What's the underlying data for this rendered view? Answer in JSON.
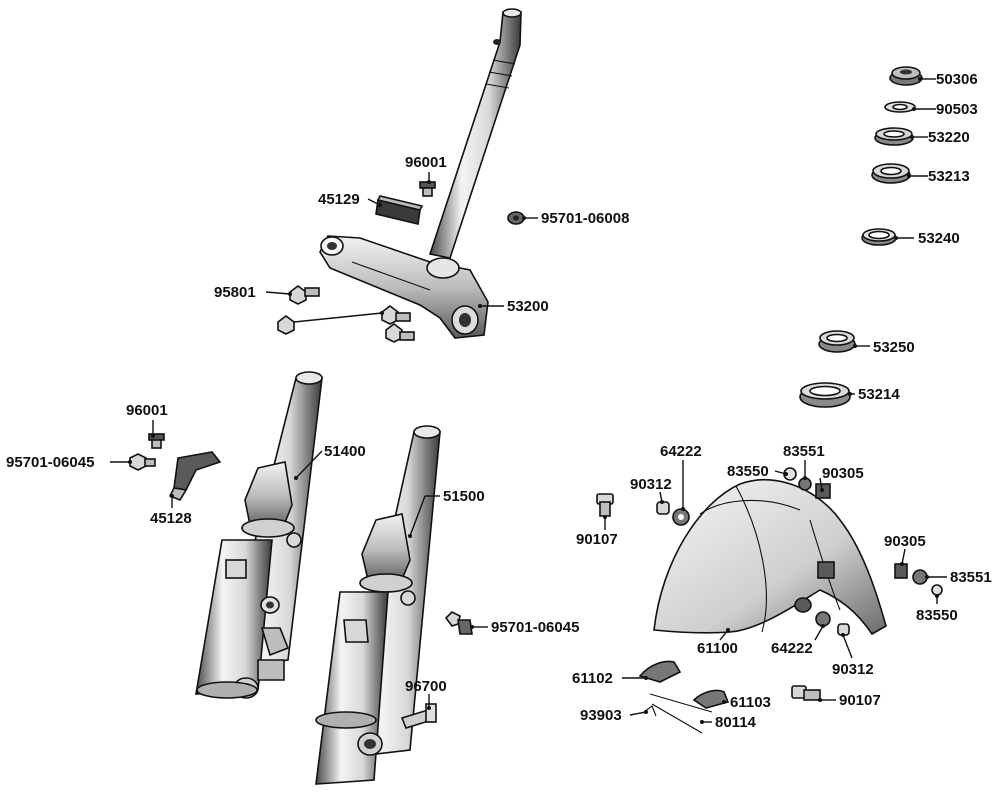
{
  "colors": {
    "ink": "#111111",
    "metal_light": "#f2f2f2",
    "metal_mid": "#cfcfcf",
    "metal_dark": "#5a5a5a",
    "fender_light": "#eeeeee",
    "fender_dark": "#777777"
  },
  "labels": {
    "p50306": "50306",
    "p90503": "90503",
    "p53220": "53220",
    "p53213": "53213",
    "p53240": "53240",
    "p96001_top": "96001",
    "p45129": "45129",
    "p95701_06008": "95701-06008",
    "p95801": "95801",
    "p53200": "53200",
    "p53250": "53250",
    "p53214": "53214",
    "p96001_mid": "96001",
    "p95701_06045_left": "95701-06045",
    "p45128": "45128",
    "p51400": "51400",
    "p51500": "51500",
    "p95701_06045_right": "95701-06045",
    "p96700": "96700",
    "p64222_top": "64222",
    "p83551_top": "83551",
    "p83550_top": "83550",
    "p90305_top": "90305",
    "p90312_top": "90312",
    "p90107_left": "90107",
    "p90305_right": "90305",
    "p83551_right": "83551",
    "p83550_right": "83550",
    "p61100": "61100",
    "p64222_bottom": "64222",
    "p90312_bottom": "90312",
    "p61102": "61102",
    "p61103": "61103",
    "p93903": "93903",
    "p80114": "80114",
    "p90107_right": "90107"
  }
}
